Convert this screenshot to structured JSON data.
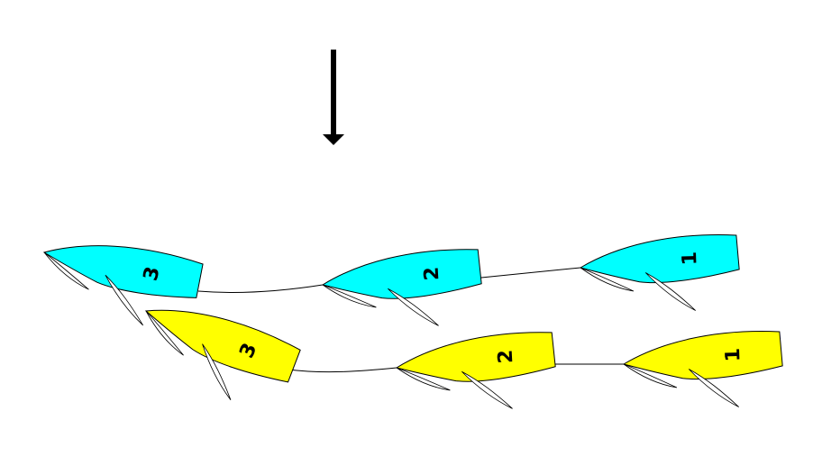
{
  "colors": {
    "team_a": "#00ffff",
    "team_b": "#ffff00",
    "outline": "#000000"
  },
  "wind_arrow": {
    "icon": "wind-direction-arrow"
  },
  "boats": [
    {
      "team": "a",
      "label": "3"
    },
    {
      "team": "a",
      "label": "2"
    },
    {
      "team": "a",
      "label": "1"
    },
    {
      "team": "b",
      "label": "3"
    },
    {
      "team": "b",
      "label": "2"
    },
    {
      "team": "b",
      "label": "1"
    }
  ]
}
